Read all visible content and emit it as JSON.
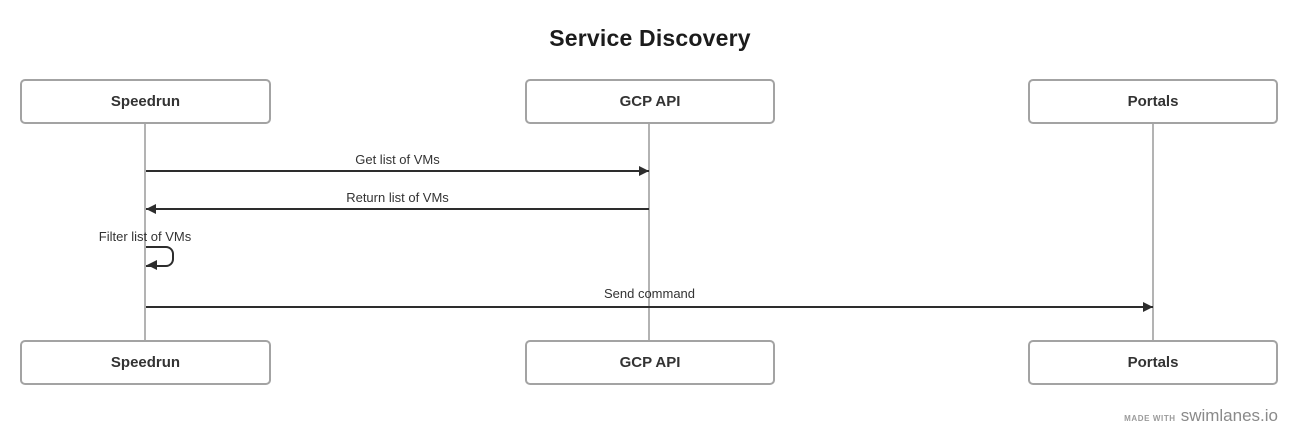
{
  "diagram": {
    "type": "sequence",
    "title": "Service Discovery"
  },
  "actors": [
    {
      "label": "Speedrun"
    },
    {
      "label": "GCP API"
    },
    {
      "label": "Portals"
    }
  ],
  "messages": [
    {
      "label": "Get list of VMs",
      "from": "Speedrun",
      "to": "GCP API",
      "direction": "right"
    },
    {
      "label": "Return list of VMs",
      "from": "GCP API",
      "to": "Speedrun",
      "direction": "left"
    },
    {
      "label": "Filter list of VMs",
      "from": "Speedrun",
      "to": "Speedrun",
      "direction": "self"
    },
    {
      "label": "Send command",
      "from": "Speedrun",
      "to": "Portals",
      "direction": "right"
    }
  ],
  "footer": {
    "made_with": "MADE WITH",
    "brand": "swimlanes.io"
  },
  "colors": {
    "background": "#ffffff",
    "box_border": "#a3a3a3",
    "lifeline": "#b3b3b3",
    "arrow": "#2d2d2d",
    "label_text": "#333333",
    "title_text": "#1c1c1c",
    "footer_text": "#8a8a8a"
  }
}
